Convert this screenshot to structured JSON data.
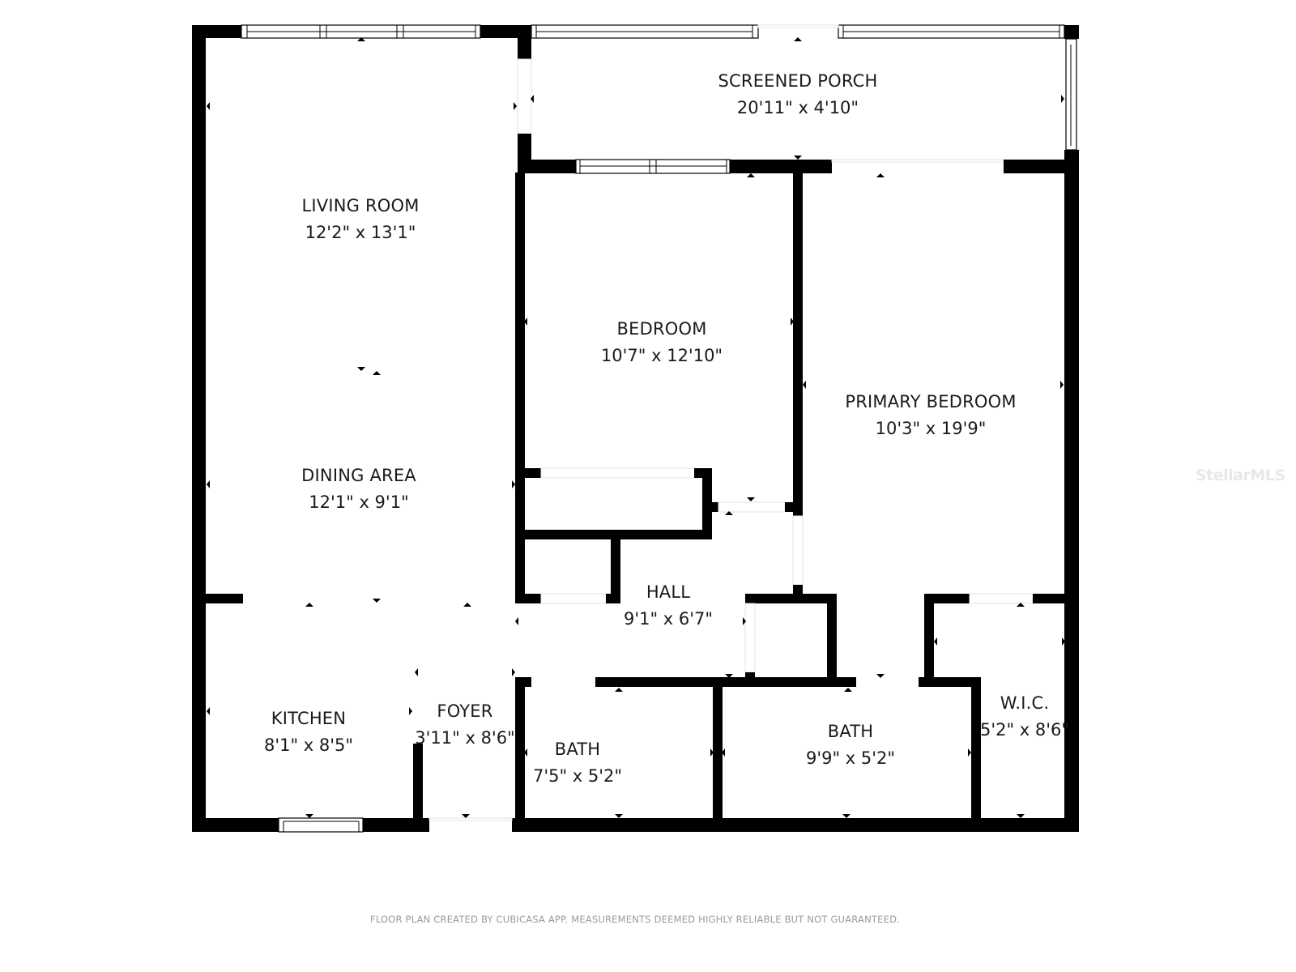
{
  "floor_plan": {
    "rooms": [
      {
        "id": "screened-porch",
        "name": "SCREENED PORCH",
        "dimensions": "20'11\" x 4'10\""
      },
      {
        "id": "living-room",
        "name": "LIVING ROOM",
        "dimensions": "12'2\" x 13'1\""
      },
      {
        "id": "bedroom",
        "name": "BEDROOM",
        "dimensions": "10'7\" x 12'10\""
      },
      {
        "id": "primary-bedroom",
        "name": "PRIMARY BEDROOM",
        "dimensions": "10'3\" x 19'9\""
      },
      {
        "id": "dining-area",
        "name": "DINING AREA",
        "dimensions": "12'1\" x 9'1\""
      },
      {
        "id": "hall",
        "name": "HALL",
        "dimensions": "9'1\" x 6'7\""
      },
      {
        "id": "kitchen",
        "name": "KITCHEN",
        "dimensions": "8'1\" x 8'5\""
      },
      {
        "id": "foyer",
        "name": "FOYER",
        "dimensions": "3'11\" x 8'6\""
      },
      {
        "id": "bath-1",
        "name": "BATH",
        "dimensions": "7'5\" x 5'2\""
      },
      {
        "id": "bath-2",
        "name": "BATH",
        "dimensions": "9'9\" x 5'2\""
      },
      {
        "id": "wic",
        "name": "W.I.C.",
        "dimensions": "5'2\" x 8'6\""
      }
    ],
    "colors": {
      "wall": "#000000",
      "background": "#ffffff",
      "footer_text": "#9a9a9a",
      "watermark": "#e8e8e8"
    }
  },
  "watermark": "StellarMLS",
  "footer": "FLOOR PLAN CREATED BY CUBICASA APP. MEASUREMENTS DEEMED HIGHLY RELIABLE BUT NOT GUARANTEED."
}
